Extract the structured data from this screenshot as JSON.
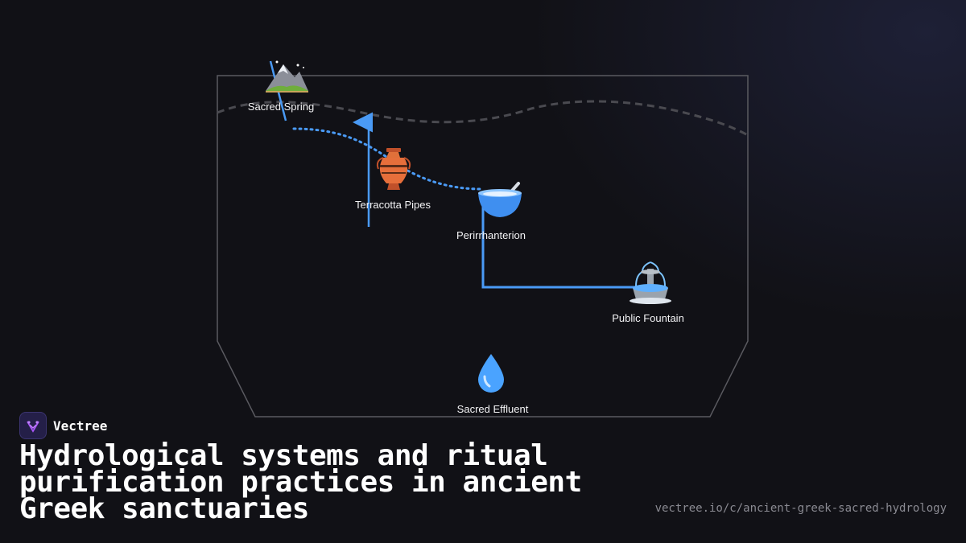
{
  "diagram": {
    "nodes": [
      {
        "id": "sacred-spring",
        "label": "Sacred Spring",
        "icon": "mountain-icon"
      },
      {
        "id": "terracotta-pipes",
        "label": "Terracotta Pipes",
        "icon": "amphora-icon"
      },
      {
        "id": "perirrhanterion",
        "label": "Perirrhanterion",
        "icon": "basin-icon"
      },
      {
        "id": "public-fountain",
        "label": "Public Fountain",
        "icon": "fountain-icon"
      },
      {
        "id": "sacred-effluent",
        "label": "Sacred Effluent",
        "icon": "droplet-icon"
      }
    ],
    "edges": [
      {
        "from": "sacred-spring",
        "to": "perirrhanterion",
        "style": "dotted"
      },
      {
        "from": "perirrhanterion",
        "to": "public-fountain",
        "style": "solid"
      },
      {
        "from": "terracotta-pipes",
        "to": "sacred-spring",
        "style": "solid-arrow"
      }
    ],
    "colors": {
      "flow": "#4a9af5",
      "outline": "#5a5a60",
      "ground": "#4a4a50"
    }
  },
  "brand": {
    "name": "Vectree",
    "logo_icon": "vectree-logo-icon",
    "accent": "#a855f7"
  },
  "title": "Hydrological systems and ritual purification practices in ancient Greek sanctuaries",
  "url": "vectree.io/c/ancient-greek-sacred-hydrology"
}
